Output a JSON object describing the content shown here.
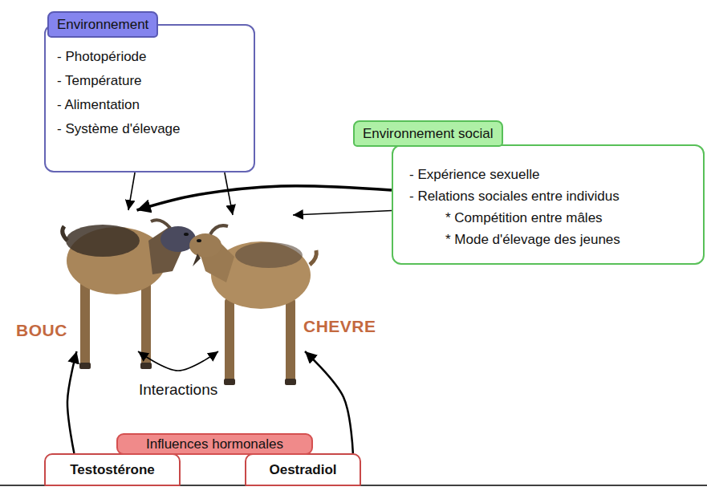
{
  "diagram": {
    "nodes": [
      {
        "text": [
          "Environnement",
          "- Photopériode",
          "- Température",
          "- Alimentation",
          "- Système d'élevage"
        ]
      },
      {
        "text": [
          "Environnement social",
          "- Expérience sexuelle",
          "- Relations sociales entre individus",
          "* Compétition entre mâles",
          "* Mode d'élevage des jeunes"
        ]
      },
      {
        "text": [
          "BOUC"
        ]
      },
      {
        "text": [
          "CHEVRE"
        ]
      },
      {
        "text": [
          "Influences hormonales"
        ]
      },
      {
        "text": [
          "Testostérone"
        ]
      },
      {
        "text": [
          "Oestradiol"
        ]
      }
    ],
    "edges": [
      {
        "from": 0,
        "to": 2,
        "arrow": "to"
      },
      {
        "from": 0,
        "to": 3,
        "arrow": "to"
      },
      {
        "from": 1,
        "to": 2,
        "arrow": "to"
      },
      {
        "from": 1,
        "to": 3,
        "arrow": "to"
      },
      {
        "from": 2,
        "to": 3,
        "label": "Interactions",
        "arrow": "both"
      },
      {
        "from": 5,
        "to": 2,
        "arrow": "to"
      },
      {
        "from": 6,
        "to": 3,
        "arrow": "to"
      }
    ]
  }
}
